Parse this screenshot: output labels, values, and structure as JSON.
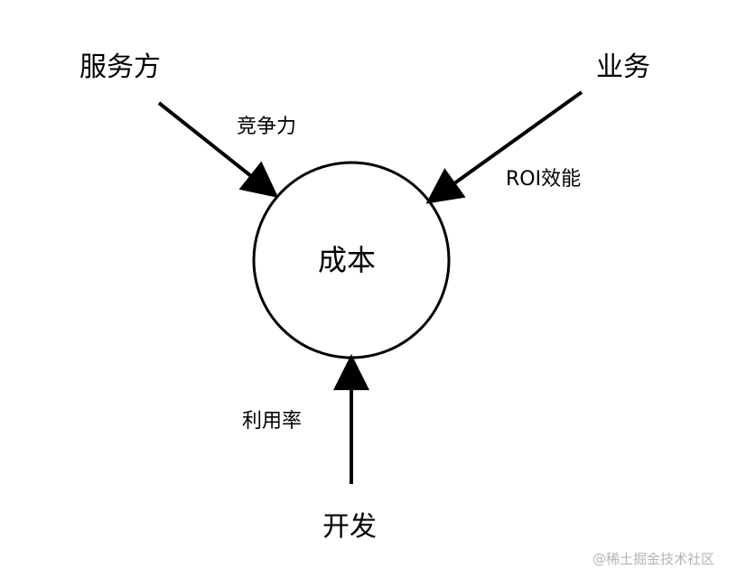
{
  "nodes": {
    "service_provider": "服务方",
    "business": "业务",
    "development": "开发",
    "center": "成本"
  },
  "edges": {
    "service_provider_label": "竞争力",
    "business_label": "ROI效能",
    "development_label": "利用率"
  },
  "watermark": "@稀土掘金技术社区",
  "colors": {
    "stroke": "#000000",
    "background": "#ffffff",
    "watermark": "#b5b5b5"
  }
}
